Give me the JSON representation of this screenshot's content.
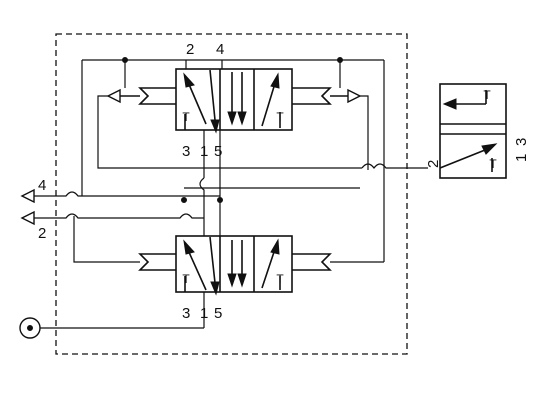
{
  "valve_top": {
    "port_2": "2",
    "port_4": "4",
    "port_3": "3",
    "port_1": "1",
    "port_5": "5",
    "exhaust_symbol": "T"
  },
  "valve_bottom": {
    "port_3": "3",
    "port_1": "1",
    "port_5": "5",
    "exhaust_symbol": "T"
  },
  "outputs": {
    "port_4": "4",
    "port_2": "2"
  },
  "pilot_valve": {
    "port_2": "2",
    "port_1": "1",
    "port_3": "3",
    "exhaust_symbol": "T"
  }
}
